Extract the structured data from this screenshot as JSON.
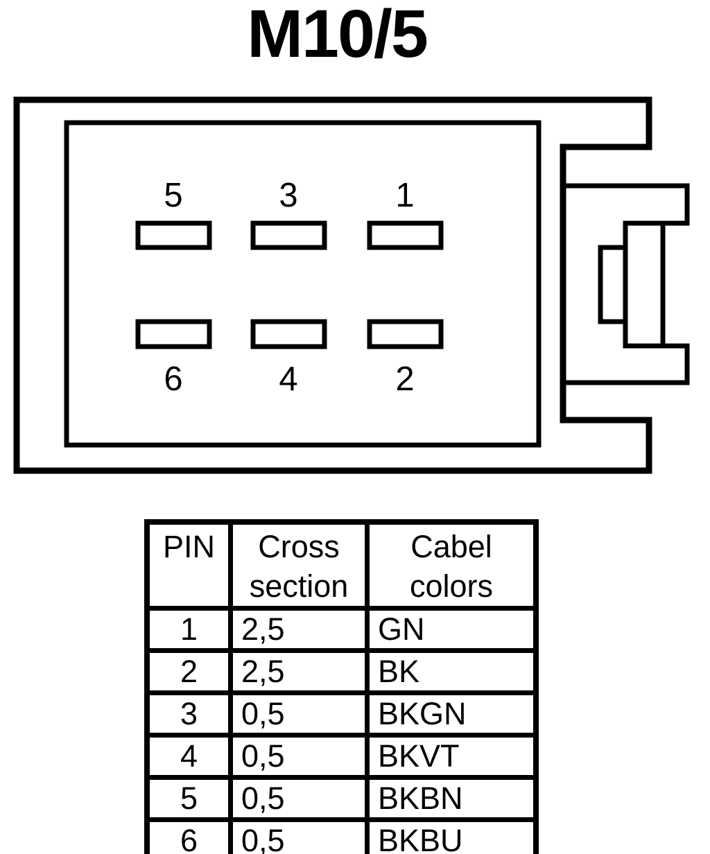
{
  "title": "M10/5",
  "connector": {
    "top_row_labels": [
      "5",
      "3",
      "1"
    ],
    "bottom_row_labels": [
      "6",
      "4",
      "2"
    ]
  },
  "table": {
    "headers": {
      "pin": "PIN",
      "cross_section": "Cross section",
      "cable_colors": "Cabel colors"
    },
    "rows": [
      {
        "pin": "1",
        "cross_section": "2,5",
        "cable_color": "GN"
      },
      {
        "pin": "2",
        "cross_section": "2,5",
        "cable_color": "BK"
      },
      {
        "pin": "3",
        "cross_section": "0,5",
        "cable_color": "BKGN"
      },
      {
        "pin": "4",
        "cross_section": "0,5",
        "cable_color": "BKVT"
      },
      {
        "pin": "5",
        "cross_section": "0,5",
        "cable_color": "BKBN"
      },
      {
        "pin": "6",
        "cross_section": "0,5",
        "cable_color": "BKBU"
      }
    ]
  },
  "colors": {
    "line": "#000000",
    "background": "#ffffff"
  }
}
